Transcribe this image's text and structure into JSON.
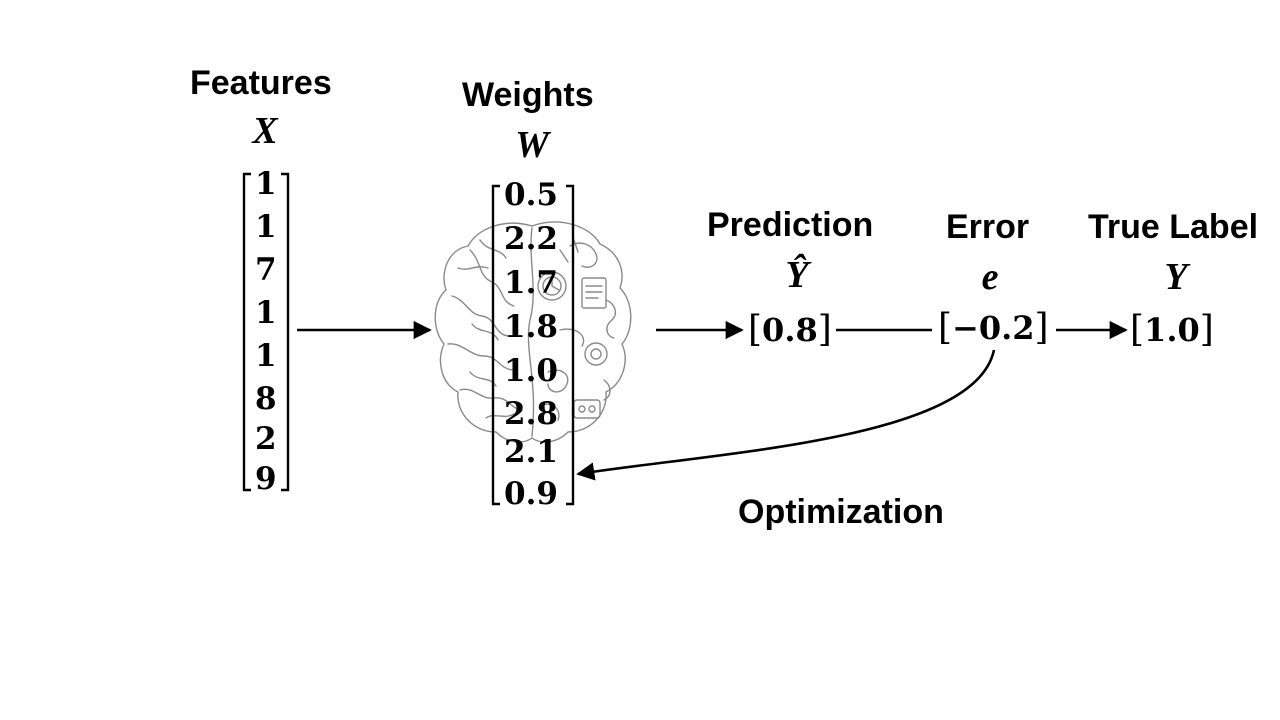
{
  "features": {
    "label": "Features",
    "symbol": "X",
    "values": [
      "1",
      "1",
      "7",
      "1",
      "1",
      "8",
      "2",
      "9"
    ]
  },
  "weights": {
    "label": "Weights",
    "symbol": "W",
    "values": [
      "0.5",
      "2.2",
      "1.7",
      "1.8",
      "1.0",
      "2.8",
      "2.1",
      "0.9"
    ]
  },
  "prediction": {
    "label": "Prediction",
    "symbol": "Ŷ",
    "value": "0.8"
  },
  "error": {
    "label": "Error",
    "symbol": "e",
    "value": "−0.2"
  },
  "true_label": {
    "label": "True Label",
    "symbol": "Y",
    "value": "1.0"
  },
  "optimization": {
    "label": "Optimization"
  },
  "icons": {
    "brain": "brain-mechanical-sketch-icon"
  },
  "colors": {
    "ink": "#000000",
    "sketch": "#8a8a8a"
  }
}
